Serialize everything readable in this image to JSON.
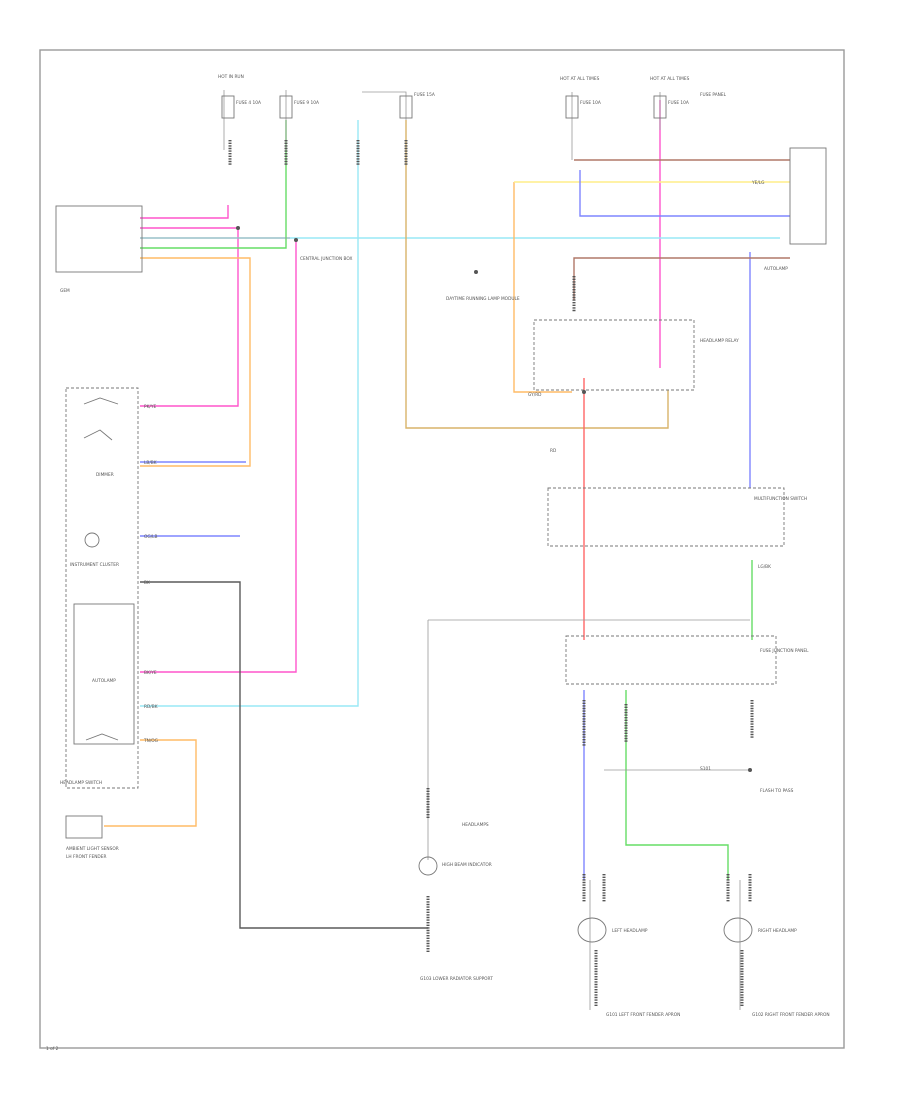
{
  "page_code": "1 of 2",
  "colors": {
    "pink": "#ff55cc",
    "light_blue": "#99e8f5",
    "green": "#66dd66",
    "orange": "#ffbb66",
    "yellow": "#ffee88",
    "red": "#ff6666",
    "tan": "#d8b46a",
    "blue": "#7f86ff",
    "violet": "#cc66ff",
    "brown": "#b07868",
    "wire_black": "#5a5a5a"
  },
  "labels": {
    "fuse_a": "FUSE 4 10A",
    "fuse_b": "FUSE 9 10A",
    "fuse_c": "FUSE 15A",
    "fuse_d": "FUSE 10A",
    "fuse_e": "FUSE 10A",
    "hot_run": "HOT IN RUN",
    "hot_all_1": "HOT AT ALL TIMES",
    "hot_all_2": "HOT AT ALL TIMES",
    "cjb": "CENTRAL JUNCTION BOX",
    "fuse_panel_top": "FUSE PANEL",
    "fuse_junction_panel": "FUSE JUNCTION PANEL",
    "fuse_junction_panel_lower": "FUSE JUNCTION PANEL",
    "low_beam_left": "LEFT HEADLAMP",
    "low_beam_right": "RIGHT HEADLAMP",
    "ground_left": "G101 LEFT FRONT FENDER APRON",
    "ground_right": "G102 RIGHT FRONT FENDER APRON",
    "ground_center": "G103 LOWER RADIATOR SUPPORT",
    "module": "GEM",
    "headlamp_switch": "HEADLAMP SWITCH",
    "autolamp": "AUTOLAMP",
    "dimmer": "DIMMER",
    "multifunction": "MULTIFUNCTION SWITCH",
    "relay": "HEADLAMP RELAY",
    "ambient_sensor": "AMBIENT LIGHT SENSOR",
    "instrument_cluster": "INSTRUMENT CLUSTER",
    "daytime_module": "DAYTIME RUNNING LAMP MODULE",
    "lh_fender": "LH FRONT FENDER",
    "splice": "S101",
    "high_beam": "HIGH BEAM INDICATOR",
    "flash_to_pass": "FLASH TO PASS",
    "headlamps": "HEADLAMPS"
  },
  "wire_labels": {
    "pk_ye": "PK/YE",
    "lb_bk": "LB/BK",
    "og_lb": "OG/LB",
    "bk_ye": "BK/YE",
    "rd_bk": "RD/BK",
    "ye_lg": "YE/LG",
    "lg_bk": "LG/BK",
    "tn_og": "TN/OG",
    "bk": "BK",
    "gy_rd": "GY/RD",
    "rd": "RD"
  }
}
